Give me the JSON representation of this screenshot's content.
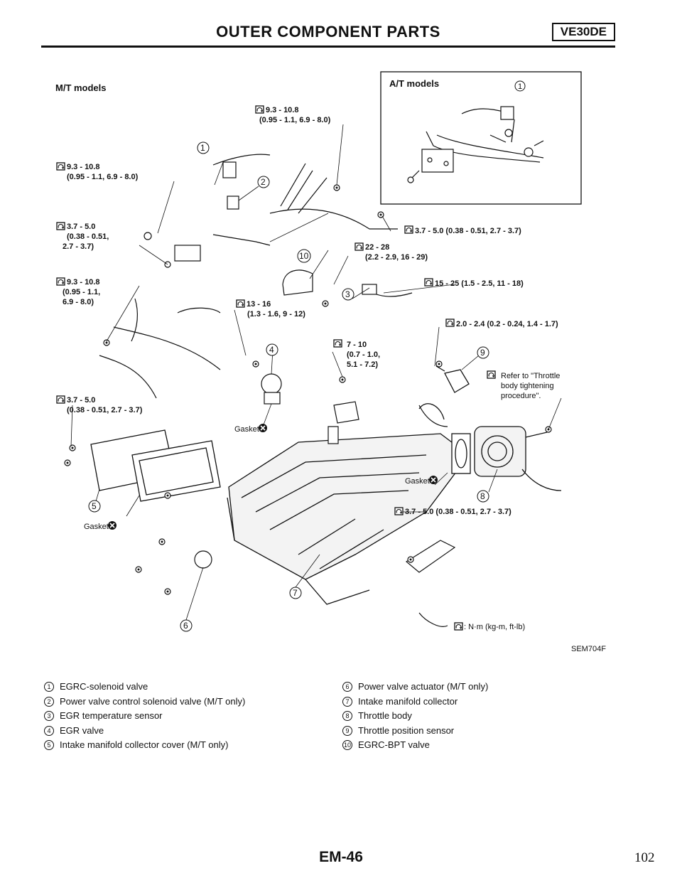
{
  "header": {
    "title": "OUTER COMPONENT PARTS",
    "engine_code": "VE30DE"
  },
  "diagram": {
    "mt_title": "M/T models",
    "at_title": "A/T models",
    "at_callout": "1",
    "figure_code": "SEM704F",
    "unit_note": ": N·m (kg-m, ft-lb)",
    "gasket_label": "Gasket",
    "throttle_note": [
      "Refer to \"Throttle",
      "body tightening",
      "procedure\"."
    ],
    "torque_specs": {
      "t1": [
        "9.3 - 10.8",
        "(0.95 - 1.1, 6.9 - 8.0)"
      ],
      "t2": [
        "9.3 - 10.8",
        "(0.95 - 1.1, 6.9 - 8.0)"
      ],
      "t3": [
        "3.7 - 5.0",
        "(0.38 - 0.51,",
        "2.7 - 3.7)"
      ],
      "t4": [
        "9.3 - 10.8",
        "(0.95 - 1.1,",
        "6.9 - 8.0)"
      ],
      "t5": [
        "3.7 - 5.0",
        "(0.38 - 0.51, 2.7 - 3.7)"
      ],
      "t6": [
        "3.7 - 5.0 (0.38 - 0.51, 2.7 - 3.7)"
      ],
      "t7": [
        "22 - 28",
        "(2.2 - 2.9, 16 - 29)"
      ],
      "t8": [
        "15 - 25 (1.5 - 2.5, 11 - 18)"
      ],
      "t9": [
        "13 - 16",
        "(1.3 - 1.6, 9 - 12)"
      ],
      "t10": [
        "2.0 - 2.4 (0.2 - 0.24, 1.4 - 1.7)"
      ],
      "t11": [
        "7 - 10",
        "(0.7 - 1.0,",
        "5.1 - 7.2)"
      ],
      "t12": [
        "3.7 - 5.0 (0.38 - 0.51, 2.7 - 3.7)"
      ]
    },
    "callouts": [
      "1",
      "2",
      "3",
      "4",
      "5",
      "6",
      "7",
      "8",
      "9",
      "10"
    ]
  },
  "legend": {
    "left": [
      {
        "num": "1",
        "text": "EGRC-solenoid valve"
      },
      {
        "num": "2",
        "text": "Power valve control solenoid valve (M/T only)"
      },
      {
        "num": "3",
        "text": "EGR temperature sensor"
      },
      {
        "num": "4",
        "text": "EGR valve"
      },
      {
        "num": "5",
        "text": "Intake manifold collector cover (M/T only)"
      }
    ],
    "right": [
      {
        "num": "6",
        "text": "Power valve actuator (M/T only)"
      },
      {
        "num": "7",
        "text": "Intake manifold collector"
      },
      {
        "num": "8",
        "text": "Throttle body"
      },
      {
        "num": "9",
        "text": "Throttle position sensor"
      },
      {
        "num": "10",
        "text": "EGRC-BPT valve"
      }
    ]
  },
  "footer": {
    "page_code": "EM-46",
    "page_number": "102"
  }
}
